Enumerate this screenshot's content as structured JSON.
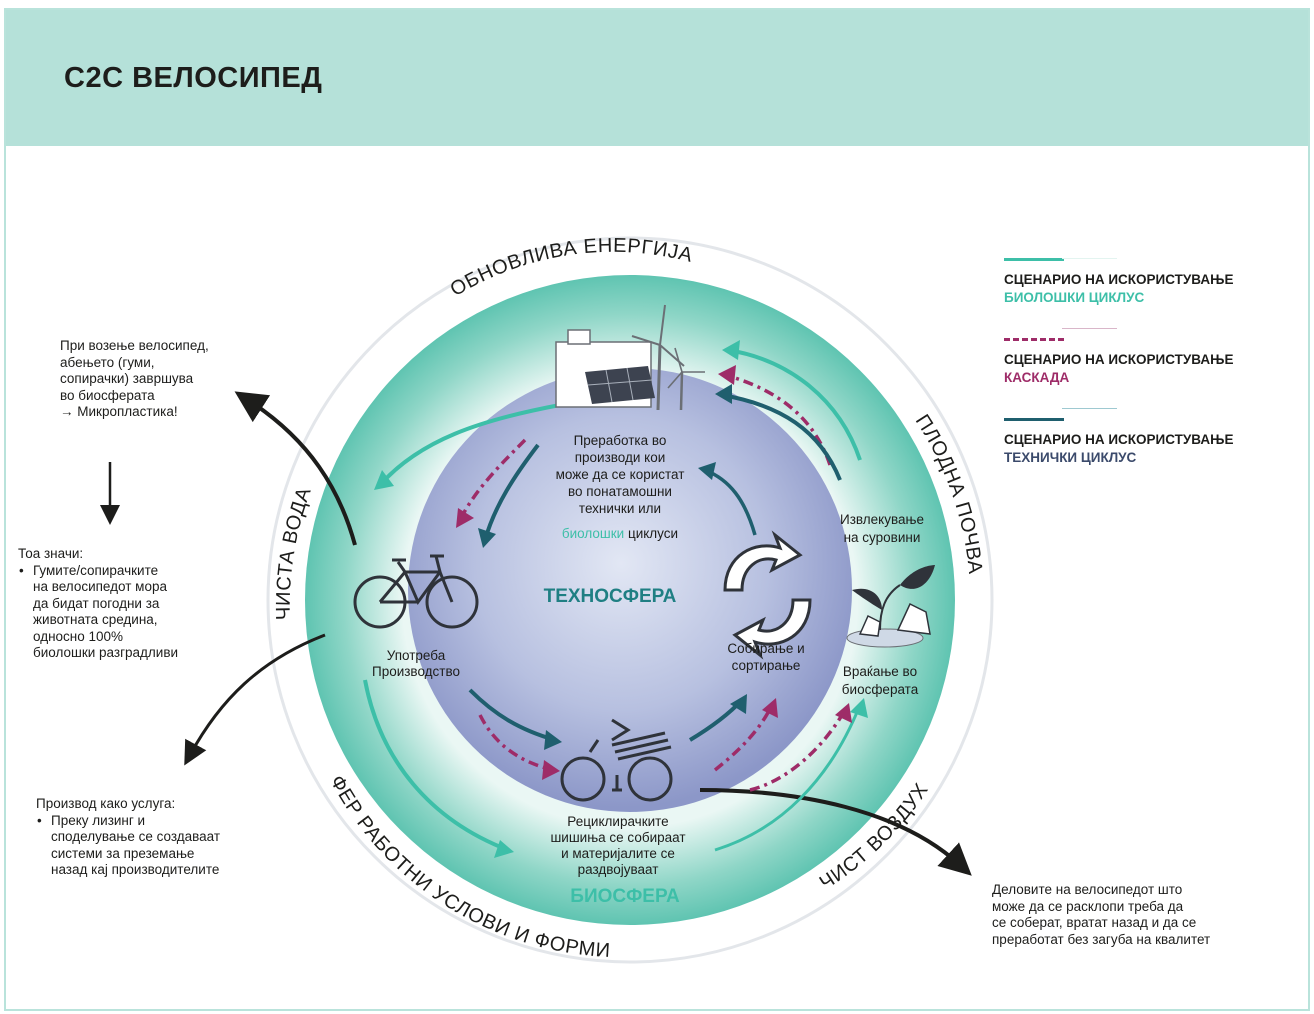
{
  "page": {
    "title": "C2C ВЕЛОСИПЕД"
  },
  "ring_labels": {
    "top": "ОБНОВЛИВА ЕНЕРГИЈА",
    "left": "ЧИСТА ВОДА",
    "right": "ПЛОДНА ПОЧВА",
    "bottom_left": "ФЕР РАБОТНИ УСЛОВИ И ФОРМИ",
    "bottom_right": "ЧИСТ ВОЗДУХ"
  },
  "spheres": {
    "techno": "ТЕХНОСФЕРА",
    "bio": "БИОСФЕРА"
  },
  "nodes": {
    "processing": {
      "line1": "Преработка во",
      "line2": "производи кои",
      "line3": "може да се користат",
      "line4": "во понатамошни",
      "line5": "технички или",
      "line6_a": "биолошки",
      "line6_b": " циклуси"
    },
    "extraction": {
      "line1": "Извлекување",
      "line2": "на суровини"
    },
    "use": {
      "line1": "Употреба",
      "line2": "Производство"
    },
    "collecting": {
      "line1": "Собирање и",
      "line2": "сортирање"
    },
    "return": {
      "line1": "Враќање во",
      "line2": "биосферата"
    },
    "recycling": {
      "line1": "Рециклирачките",
      "line2": "шишиња се собираат",
      "line3": "и материјалите се",
      "line4": "раздвојуваат"
    }
  },
  "legend": [
    {
      "heading": "СЦЕНАРИО НА ИСКОРИСТУВАЊЕ",
      "sub": "БИОЛОШКИ ЦИКЛУС",
      "color": "#3dbfa8"
    },
    {
      "heading": "СЦЕНАРИО НА ИСКОРИСТУВАЊЕ",
      "sub": "КАСКАДА",
      "color": "#9e2c68"
    },
    {
      "heading": "СЦЕНАРИО НА ИСКОРИСТУВАЊЕ",
      "sub": "ТЕХНИЧКИ ЦИКЛУС",
      "color": "#1f5f6e"
    }
  ],
  "notes": {
    "microplastic": {
      "line1": "При возење велосипед,",
      "line2": "абењето (гуми,",
      "line3": "сопирачки) завршува",
      "line4": "во биосферата",
      "line5": "→ Микропластика!"
    },
    "meaning": {
      "intro": "Тоа значи:",
      "bullet_l1": "Гумите/сопирачките",
      "bullet_l2": "на велосипедот мора",
      "bullet_l3": "да бидат погодни за",
      "bullet_l4": "животната средина,",
      "bullet_l5": "односно 100%",
      "bullet_l6": "биолошки разградливи"
    },
    "service": {
      "intro": "Производ како услуга:",
      "bullet_l1": "Преку лизинг и",
      "bullet_l2": "споделување се создаваат",
      "bullet_l3": "системи за преземање",
      "bullet_l4": "назад кај производителите"
    },
    "parts": {
      "line1": "Деловите на велосипедот што",
      "line2": "може да се расклопи треба да",
      "line3": "се соберат, вратат назад и да се",
      "line4": "преработат без загуба на квалитет"
    }
  },
  "colors": {
    "header": "#b5e1d9",
    "bio": "#3dbfa8",
    "cascade": "#9e2c68",
    "technical": "#1f5f6e",
    "techno_text": "#1f7f83",
    "bio_text": "#3dbfa8"
  }
}
